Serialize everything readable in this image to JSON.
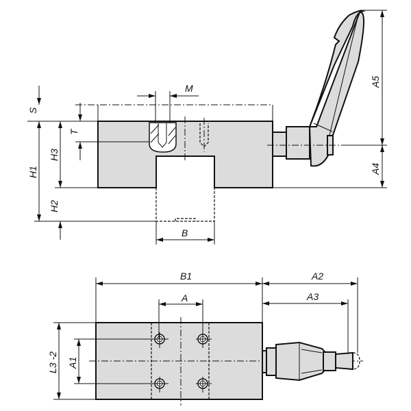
{
  "drawing": {
    "front_view": {
      "labels": {
        "S": "S",
        "H1": "H1",
        "H2": "H2",
        "H3": "H3",
        "T": "T",
        "M": "M",
        "B": "B",
        "A4": "A4",
        "A5": "A5"
      }
    },
    "top_view": {
      "labels": {
        "B1": "B1",
        "A": "A",
        "A2": "A2",
        "A3": "A3",
        "L3": "L3 -2",
        "A1": "A1"
      }
    },
    "colors": {
      "fill": "#dcdcdc",
      "line": "#111111"
    }
  }
}
